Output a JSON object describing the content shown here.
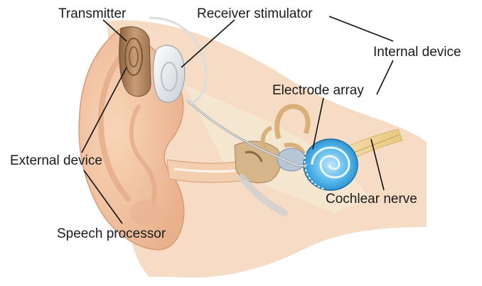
{
  "labels": {
    "transmitter": "Transmitter",
    "receiver_stimulator": "Receiver stimulator",
    "internal_device": "Internal device",
    "electrode_array": "Electrode array",
    "external_device": "External device",
    "cochlear_nerve": "Cochlear nerve",
    "speech_processor": "Speech processor"
  },
  "colors": {
    "skin": "#f2c6a4",
    "skin_shadow": "#e3a785",
    "canal": "#f5dcc0",
    "bone": "#f3e2c4",
    "device_brown": "#b48a62",
    "device_white": "#e9ecee",
    "cochlea_blue": "#3aa3de",
    "nerve": "#f1d79c",
    "leader_line": "#111111"
  }
}
